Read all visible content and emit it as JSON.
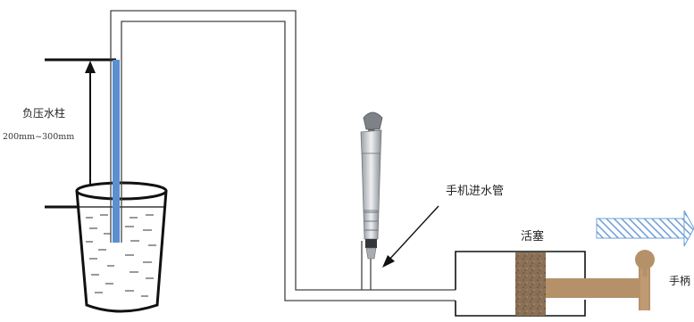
{
  "labels": {
    "water_column": "负压水柱",
    "range": "200mm~300mm",
    "inlet_pipe": "手机进水管",
    "piston": "活塞",
    "handle": "手柄"
  },
  "colors": {
    "water_column": "#5b8fd0",
    "piston": "#8a7055",
    "rod": "#b5916a",
    "arrow_hatch": "#6f9fd8",
    "line": "#111111"
  },
  "icons": {
    "dental_handpiece": "handpiece-icon",
    "direction_arrow": "hatched-arrow-right-icon"
  }
}
